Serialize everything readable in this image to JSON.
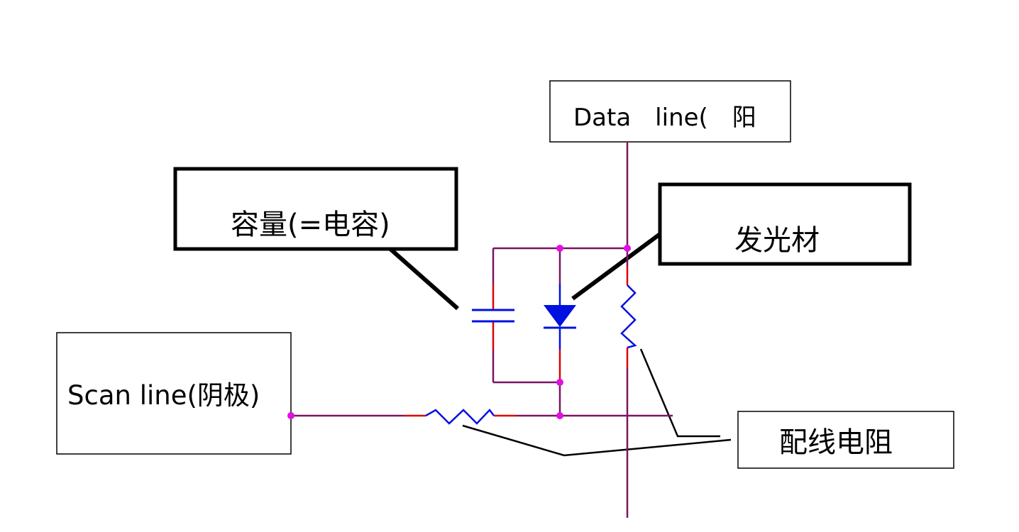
{
  "labels": {
    "data_line": "Data　line(　阳",
    "capacitance": "容量(=电容)",
    "emitter": "发光材",
    "scan_line": "Scan line(阴极)",
    "wiring_resistance": "配线电阻"
  },
  "colors": {
    "wire": "#7b1461",
    "lead": "#e00000",
    "component": "#0010e0",
    "node": "#e010e0",
    "box_border": "#000000"
  }
}
